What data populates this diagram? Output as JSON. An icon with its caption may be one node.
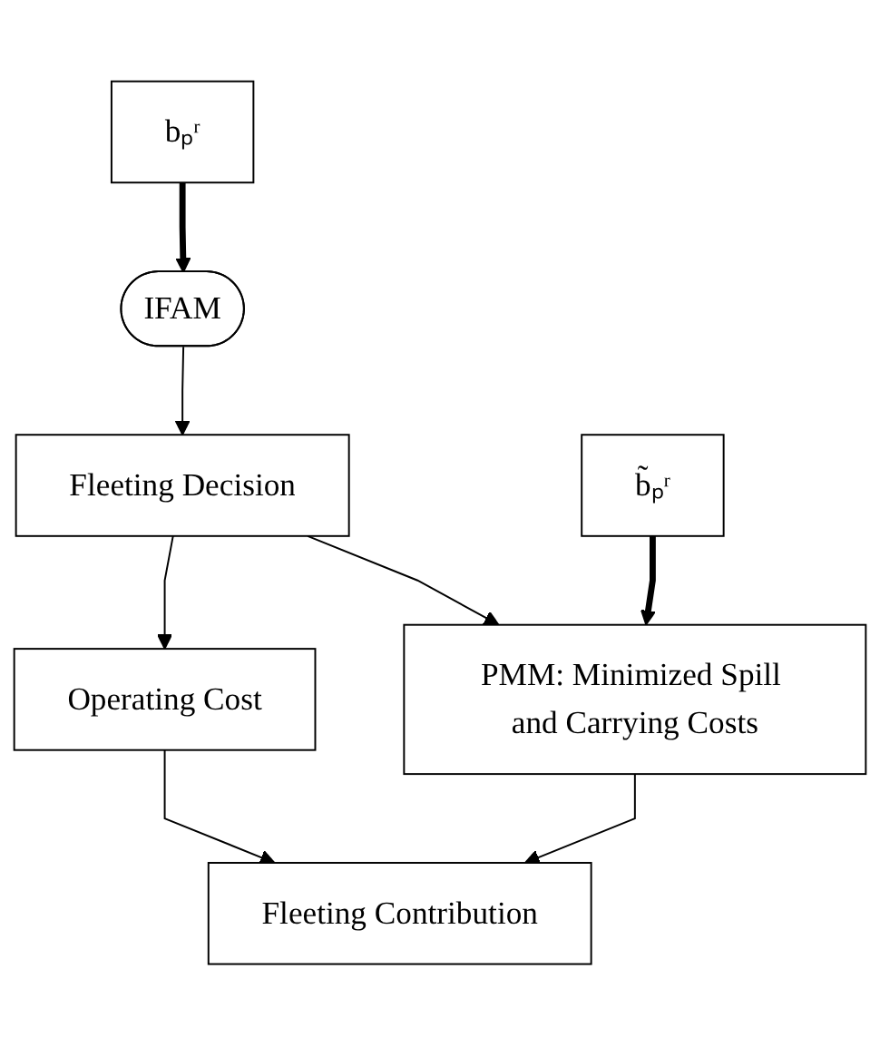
{
  "diagram": {
    "nodes": [
      {
        "text": [
          "bₚʳ"
        ]
      },
      {
        "text": [
          "IFAM"
        ]
      },
      {
        "text": [
          "Fleeting Decision"
        ]
      },
      {
        "text": [
          "b̃ₚʳ"
        ]
      },
      {
        "text": [
          "PMM: Minimized Spill and Carrying Costs"
        ]
      },
      {
        "text": [
          "Operating Cost"
        ]
      },
      {
        "text": [
          "Fleeting Contribution"
        ]
      }
    ],
    "edges": [
      {
        "from": 0,
        "to": 1,
        "arrow": "to",
        "style": "thick"
      },
      {
        "from": 1,
        "to": 2,
        "arrow": "to"
      },
      {
        "from": 2,
        "to": 4,
        "arrow": "to"
      },
      {
        "from": 2,
        "to": 5,
        "arrow": "to"
      },
      {
        "from": 3,
        "to": 4,
        "arrow": "to",
        "style": "thick"
      },
      {
        "from": 4,
        "to": 6,
        "arrow": "to"
      },
      {
        "from": 5,
        "to": 6,
        "arrow": "to"
      }
    ]
  }
}
